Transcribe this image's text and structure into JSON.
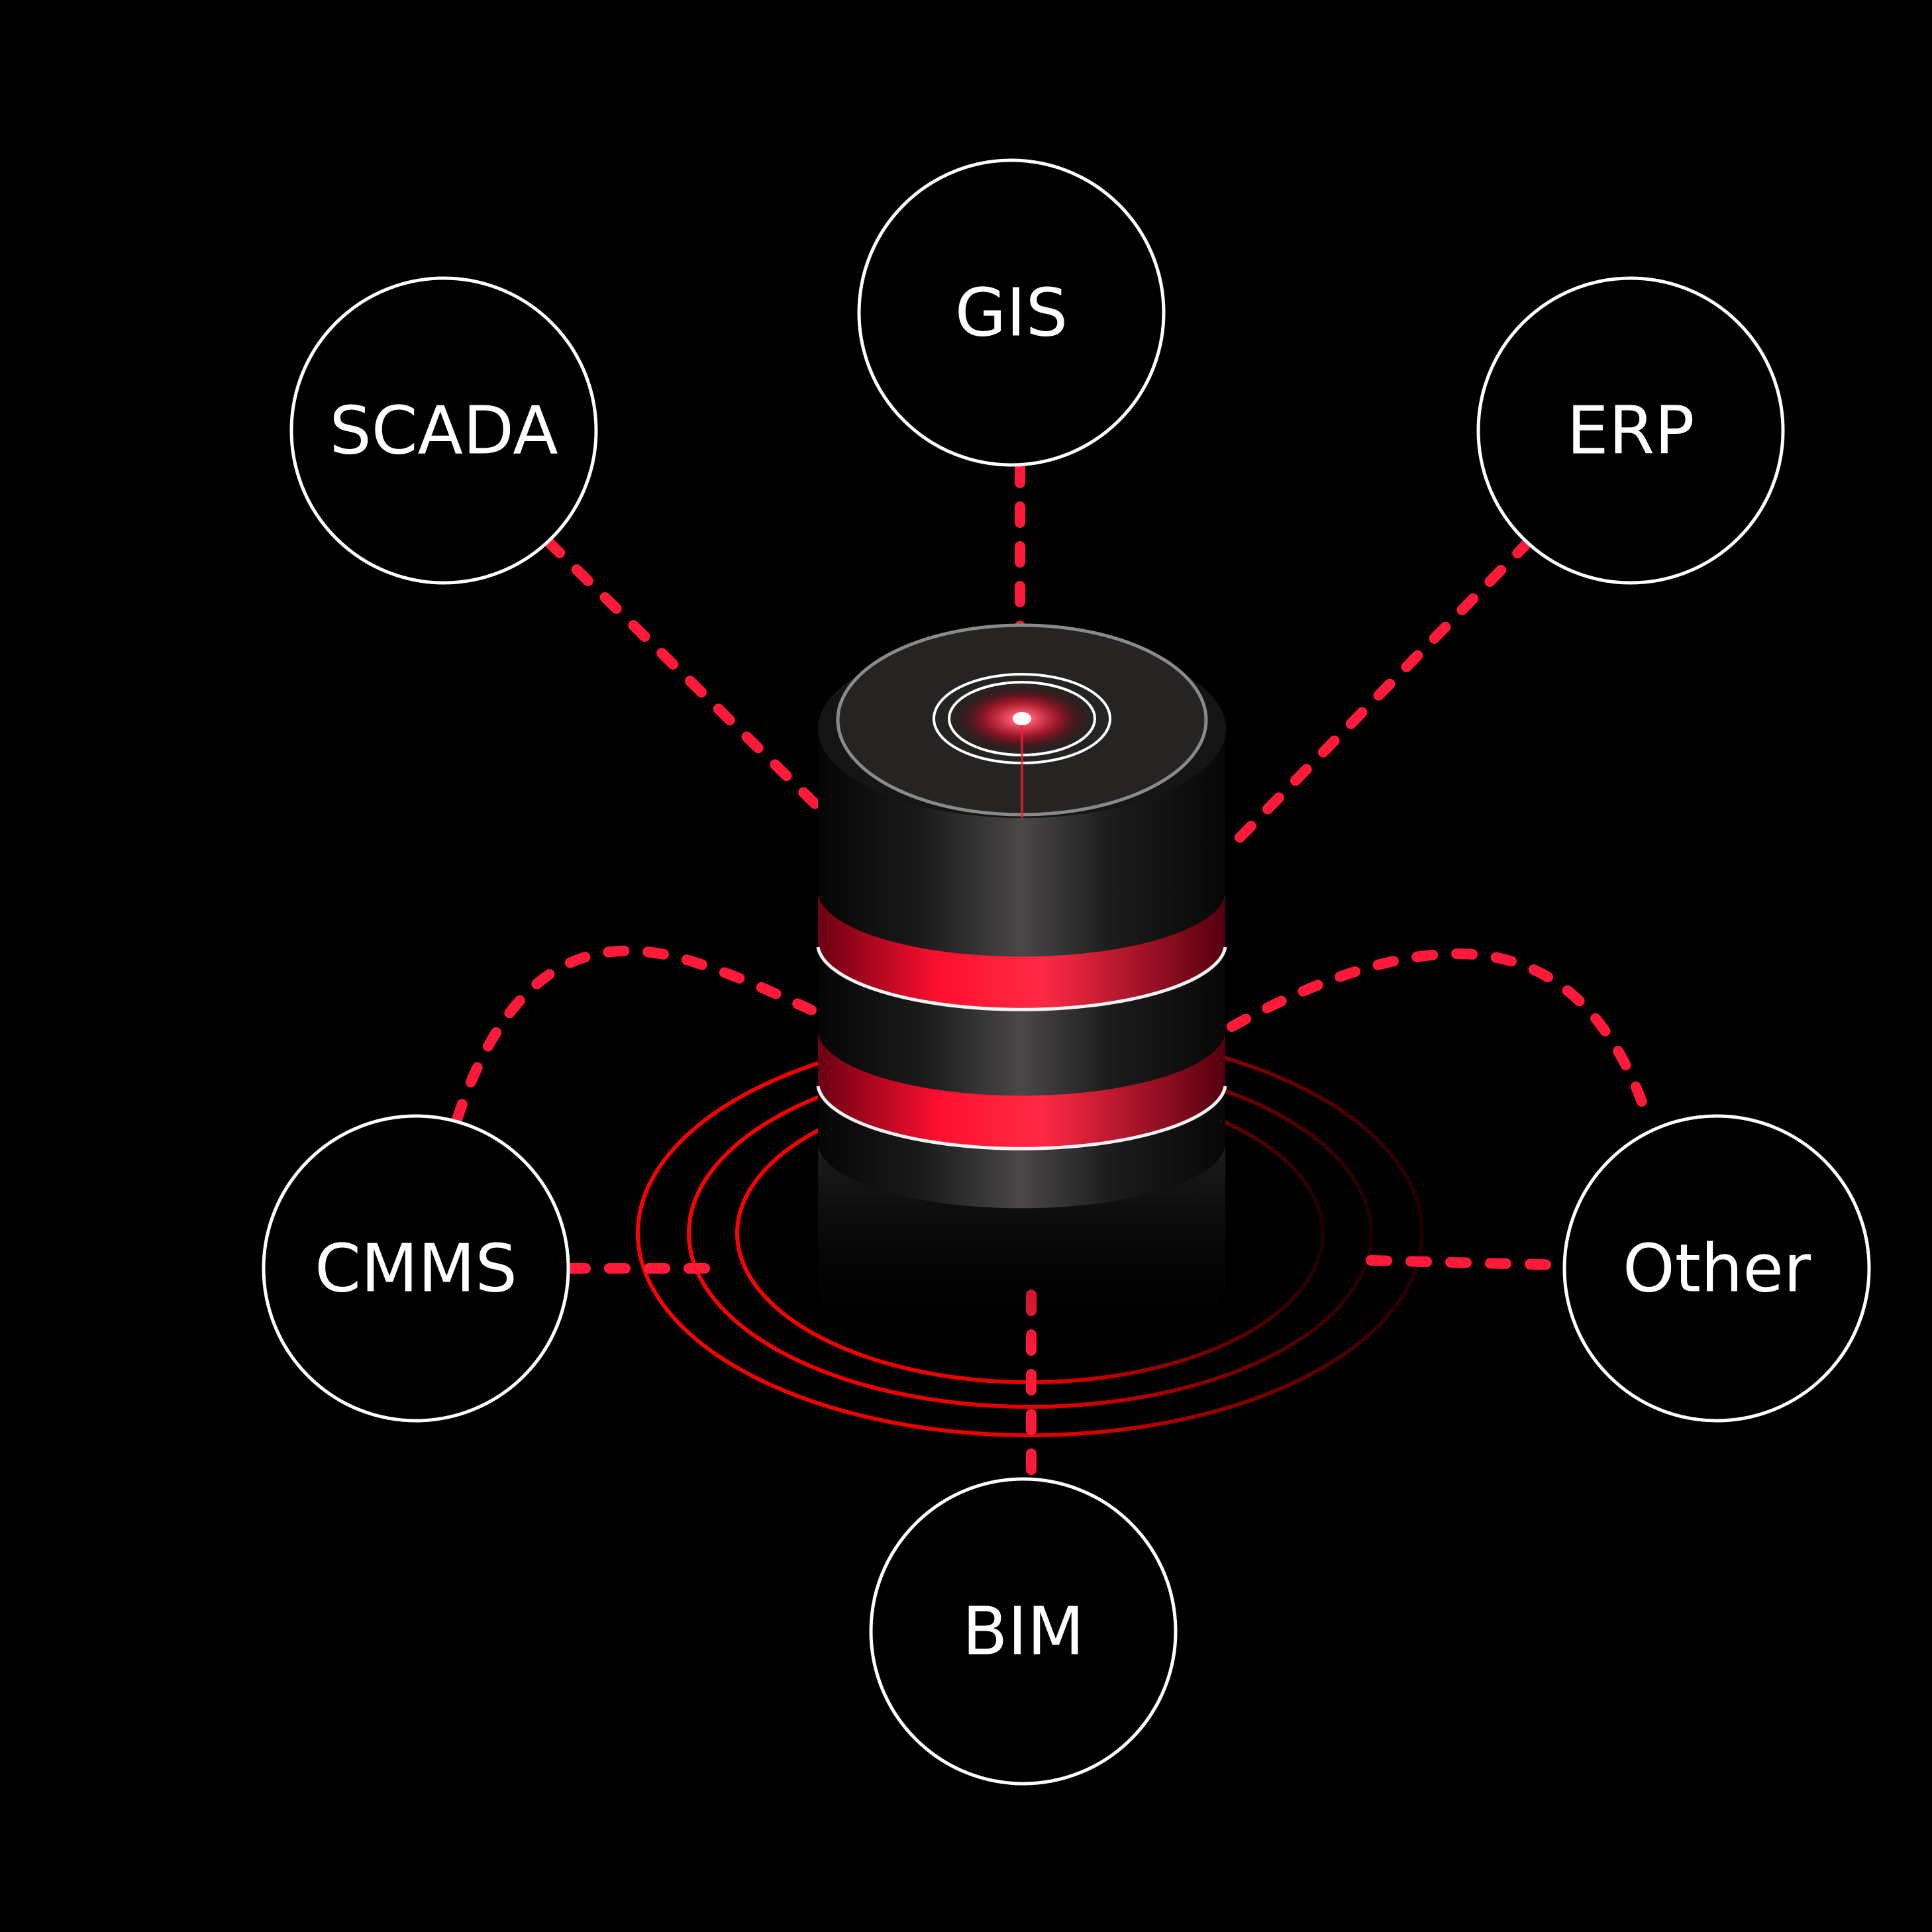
{
  "diagram": {
    "nodes": [
      {
        "id": "gis",
        "label": "GIS"
      },
      {
        "id": "scada",
        "label": "SCADA"
      },
      {
        "id": "erp",
        "label": "ERP"
      },
      {
        "id": "cmms",
        "label": "CMMS"
      },
      {
        "id": "other",
        "label": "Other"
      },
      {
        "id": "bim",
        "label": "BIM"
      }
    ],
    "hub": {
      "icon": "database-cylinder-icon"
    },
    "colors": {
      "background": "#000000",
      "connector": "#ff1a3a",
      "ring": "#ff0000",
      "node_stroke": "#ffffff",
      "label": "#ffffff"
    }
  }
}
